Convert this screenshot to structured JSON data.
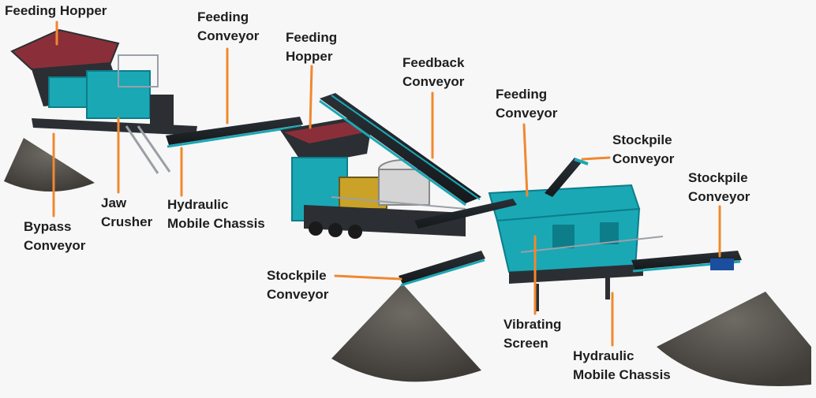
{
  "colors": {
    "teal": "#1aa8b5",
    "teal_dark": "#0d7d8a",
    "hopper_red": "#8a2f3a",
    "frame_dark": "#2b2f33",
    "callout_orange": "#f0882e",
    "stockpile": "#5d5a55"
  },
  "labels": {
    "feeding_hopper_1": {
      "lines": [
        "Feeding Hopper"
      ]
    },
    "feeding_conveyor_1": {
      "lines": [
        "Feeding",
        "Conveyor"
      ]
    },
    "feeding_hopper_2": {
      "lines": [
        "Feeding",
        "Hopper"
      ]
    },
    "feedback_conveyor": {
      "lines": [
        "Feedback",
        "Conveyor"
      ]
    },
    "feeding_conveyor_2": {
      "lines": [
        "Feeding",
        "Conveyor"
      ]
    },
    "stockpile_conveyor_1": {
      "lines": [
        "Stockpile",
        "Conveyor"
      ]
    },
    "stockpile_conveyor_2": {
      "lines": [
        "Stockpile",
        "Conveyor"
      ]
    },
    "bypass_conveyor": {
      "lines": [
        "Bypass",
        "Conveyor"
      ]
    },
    "jaw_crusher": {
      "lines": [
        "Jaw",
        "Crusher"
      ]
    },
    "hydraulic_chassis_1": {
      "lines": [
        "Hydraulic",
        "Mobile Chassis"
      ]
    },
    "stockpile_conveyor_3": {
      "lines": [
        "Stockpile",
        "Conveyor"
      ]
    },
    "vibrating_screen": {
      "lines": [
        "Vibrating",
        "Screen"
      ]
    },
    "hydraulic_chassis_2": {
      "lines": [
        "Hydraulic",
        "Mobile Chassis"
      ]
    }
  }
}
